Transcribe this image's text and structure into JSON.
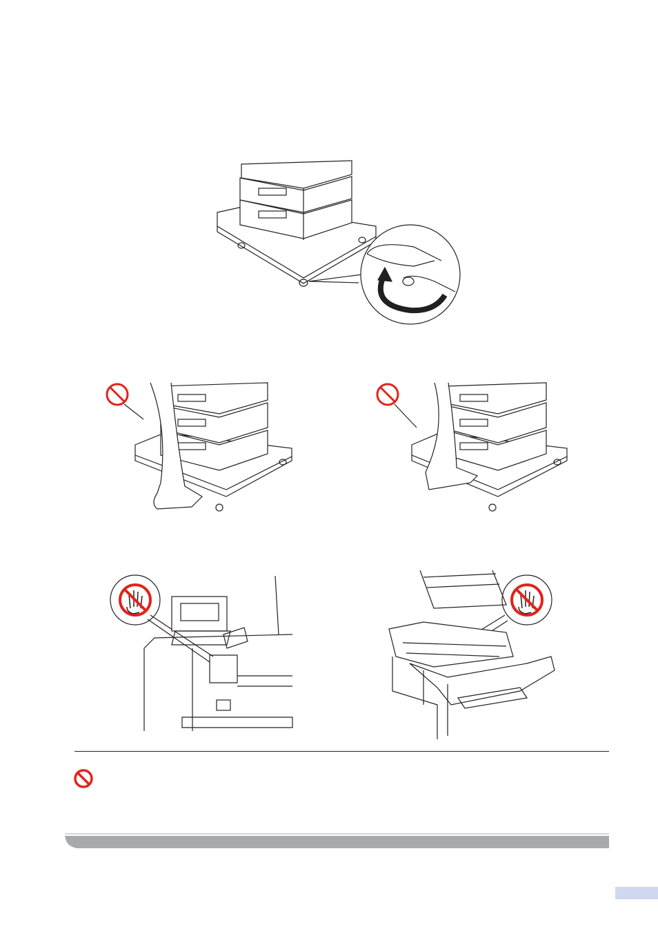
{
  "page": {
    "figures": [
      {
        "id": "tray-caster-lock",
        "icon": "caster-lock-illustration"
      },
      {
        "id": "do-not-step-tray-1",
        "icon": "prohibition-icon"
      },
      {
        "id": "do-not-step-tray-2",
        "icon": "prohibition-icon"
      },
      {
        "id": "do-not-touch-hot-parts-1",
        "icon": "no-touch-hand-icon"
      },
      {
        "id": "do-not-touch-hot-parts-2",
        "icon": "no-touch-hand-icon"
      }
    ],
    "note_icon": "prohibition-icon",
    "colors": {
      "prohibition_red": "#e2231a",
      "line_art": "#231f20",
      "footer_bar": "#a7a9ac",
      "page_tab": "#cfd8ef"
    }
  }
}
